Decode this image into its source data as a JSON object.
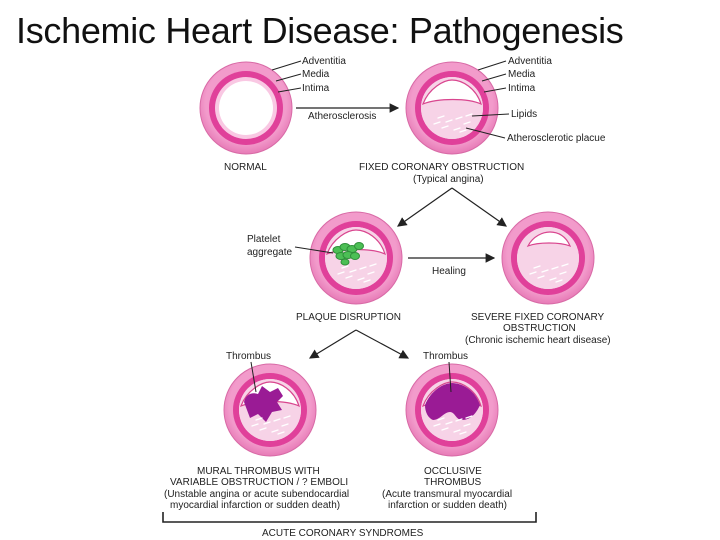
{
  "title": "Ischemic Heart Disease:   Pathogenesis",
  "labels": {
    "adventitia": "Adventitia",
    "media": "Media",
    "intima": "Intima",
    "lipids": "Lipids",
    "atherosclerotic_plaque": "Atherosclerotic placue",
    "atherosclerosis": "Atherosclerosis",
    "platelet_line1": "Platelet",
    "platelet_line2": "aggregate",
    "healing": "Healing",
    "thrombus": "Thrombus"
  },
  "captions": {
    "normal": "NORMAL",
    "fixed_line1": "FIXED CORONARY OBSTRUCTION",
    "fixed_line2": "(Typical angina)",
    "plaque_disruption": "PLAQUE DISRUPTION",
    "severe_line1": "SEVERE FIXED CORONARY",
    "severe_line2": "OBSTRUCTION",
    "severe_line3": "(Chronic ischemic heart disease)",
    "mural_line1": "MURAL THROMBUS WITH",
    "mural_line2": "VARIABLE OBSTRUCTION / ? EMBOLI",
    "mural_line3": "(Unstable angina or acute subendocardial",
    "mural_line4": "myocardial infarction or sudden death)",
    "occlusive_line1": "OCCLUSIVE",
    "occlusive_line2": "THROMBUS",
    "occlusive_line3": "(Acute transmural myocardial",
    "occlusive_line4": "infarction or sudden death)",
    "acute": "ACUTE CORONARY SYNDROMES"
  },
  "colors": {
    "adventitia": "#ef8fc4",
    "media": "#e0409a",
    "intima": "#f9c8e3",
    "plaque": "#f7d3e7",
    "platelets": "#4cbf55",
    "thrombus": "#9a1b95",
    "arrow": "#222222"
  }
}
